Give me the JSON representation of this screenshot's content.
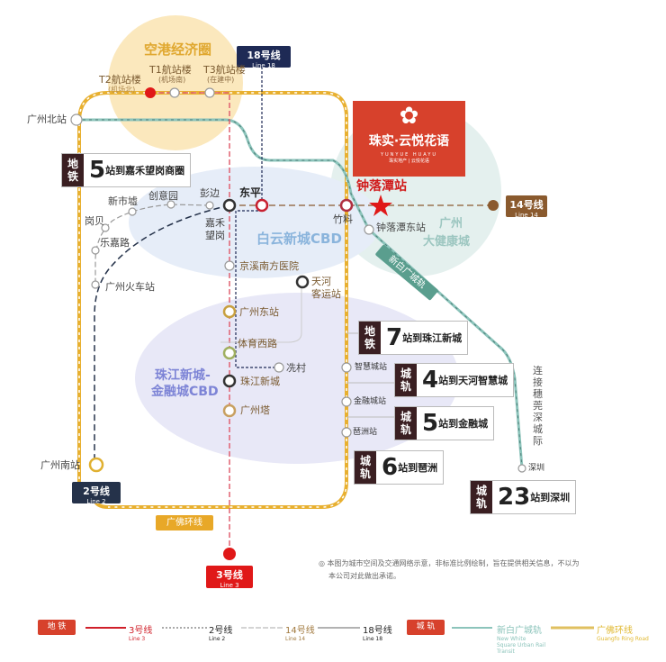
{
  "zones": {
    "airport": "空港经济圈",
    "baiyun_cbd": "白云新城CBD",
    "health_city": [
      "广州",
      "大健康城"
    ],
    "zhujiang_cbd": [
      "珠江新城-",
      "金融城CBD"
    ]
  },
  "line_boxes": {
    "line18": {
      "cn": "18号线",
      "en": "Line 18"
    },
    "line14": {
      "cn": "14号线",
      "en": "Line 14"
    },
    "line2": {
      "cn": "2号线",
      "en": "Line 2"
    },
    "line3": {
      "cn": "3号线",
      "en": "Line 3"
    },
    "guangfo": "广佛环线",
    "xinbai": "新白广城轨",
    "shenzhen_link": "连接穗莞深城际"
  },
  "stations": {
    "t2": "T2航站楼",
    "t2_sub": "(机场北)",
    "t1": "T1航站楼",
    "t1_sub": "(机场南)",
    "t3": "T3航站楼",
    "t3_sub": "(在建中)",
    "gz_north": "广州北站",
    "dongping": "东平",
    "pengbian": "彭边",
    "chuangyiyuan": "创意园",
    "xinshixu": "新市墟",
    "gangbei": "岗贝",
    "lejialu": "乐嘉路",
    "gz_railway": "广州火车站",
    "jiahewanggang": [
      "嘉禾",
      "望岗"
    ],
    "jingxi": "京溪南方医院",
    "tianhe_bus": [
      "天河",
      "客运站"
    ],
    "gz_east": "广州东站",
    "tiyuxilu": "体育西路",
    "xiancun": "冼村",
    "zhujiang_newtown": "珠江新城",
    "canton_tower": "广州塔",
    "gz_south": "广州南站",
    "zhuliao": "竹料",
    "zhongluotan": "钟落潭站",
    "zhongluotan_east": "钟落潭东站",
    "zhihui": "智慧城站",
    "jinrong": "金融城站",
    "pazhou": "琶洲站",
    "shenzhen": "深圳"
  },
  "brand": {
    "name": "珠实·云悦花语",
    "en": "YUNYUE HUAYU",
    "sub": "珠实地产 | 云悦花语"
  },
  "callouts": [
    {
      "tag": [
        "地",
        "铁"
      ],
      "num": "5",
      "text": "站到嘉禾望岗商圈"
    },
    {
      "tag": [
        "地",
        "铁"
      ],
      "num": "7",
      "text": "站到珠江新城"
    },
    {
      "tag": [
        "城",
        "轨"
      ],
      "num": "4",
      "text": "站到天河智慧城"
    },
    {
      "tag": [
        "城",
        "轨"
      ],
      "num": "5",
      "text": "站到金融城"
    },
    {
      "tag": [
        "城",
        "轨"
      ],
      "num": "6",
      "text": "站到琶洲"
    },
    {
      "tag": [
        "城",
        "轨"
      ],
      "num": "23",
      "text": "站到深圳"
    }
  ],
  "disclaimer": [
    "本图为城市空间及交通网络示意，非标准比例绘制，旨在提供相关信息，不以为",
    "本公司对此做出承诺。"
  ],
  "legend": {
    "metro": "地 铁",
    "rail": "城 轨",
    "items": [
      {
        "cn": "3号线",
        "en": "Line 3",
        "color": "#d0202a"
      },
      {
        "cn": "2号线",
        "en": "Line 2",
        "color": "#222222"
      },
      {
        "cn": "14号线",
        "en": "Line 14",
        "color": "#a0783c"
      },
      {
        "cn": "18号线",
        "en": "Line 18",
        "color": "#1e2a55"
      },
      {
        "cn": "新白广城轨",
        "en": "New White Square Urban Rail Transit",
        "color": "#7fb8b0"
      },
      {
        "cn": "广佛环线",
        "en": "Guangfo Ring Road",
        "color": "#e8b93a"
      }
    ]
  },
  "colors": {
    "brand_red": "#d7412c",
    "line3": "#d0202a",
    "line18": "#1e2a55",
    "line14": "#8a5a2e",
    "line2": "#25324a",
    "guangfo": "#e8b030",
    "xinbai": "#4e9e8e",
    "callout_tag": "#3a1f22"
  }
}
